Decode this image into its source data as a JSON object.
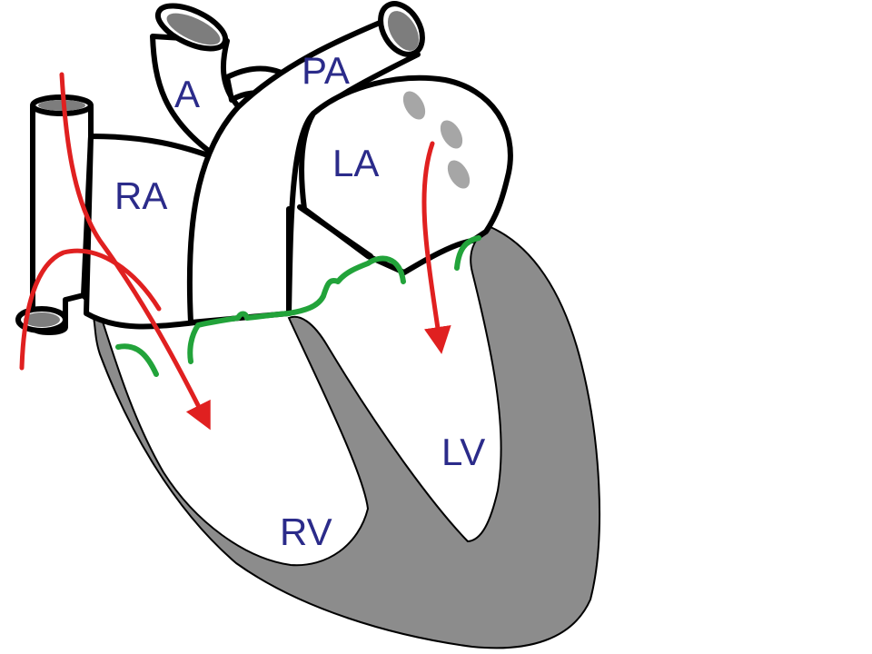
{
  "labels": {
    "aorta": "A",
    "pulmonary_artery": "PA",
    "right_atrium": "RA",
    "left_atrium": "LA",
    "right_ventricle": "RV",
    "left_ventricle": "LV"
  },
  "colors": {
    "label_text": "#2b2b8a",
    "muscle": "#8c8c8c",
    "vessel_lumen": "#7d7d7d",
    "pulmonary_vein": "#a6a6a6",
    "valve": "#22a33a",
    "blood_flow": "#e02020",
    "outline": "#000000",
    "background": "#ffffff"
  }
}
